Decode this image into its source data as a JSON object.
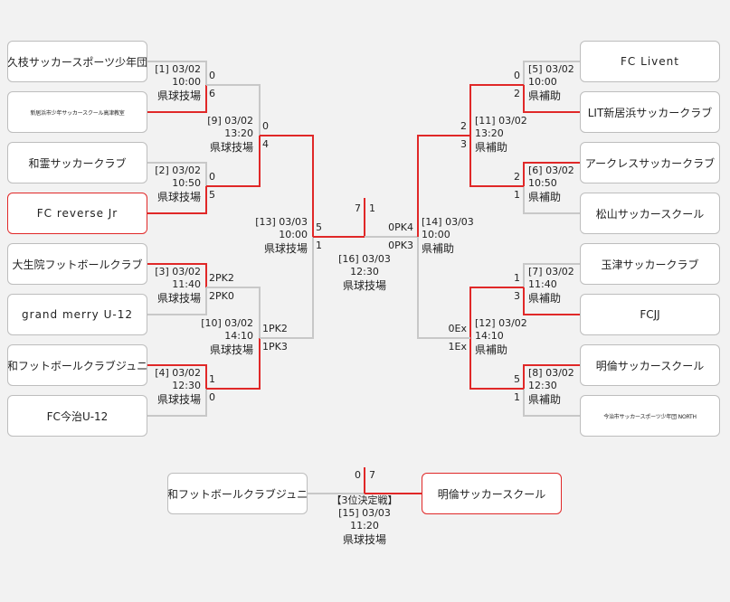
{
  "colors": {
    "winner_line": "#e02828",
    "loser_line": "#c8c8c8",
    "winner_border": "#e02828"
  },
  "teams_left": [
    "久枝サッカースポーツ少年団",
    "新居浜市少年サッカースクール高津教室",
    "和霊サッカークラブ",
    "FC reverse Jr",
    "大生院フットボールクラブ",
    "grand merry U-12",
    "宇和フットボールクラブジュニア",
    "FC今治U-12"
  ],
  "teams_right": [
    "FC Livent",
    "LIT新居浜サッカークラブ",
    "アークレスサッカークラブ",
    "松山サッカースクール",
    "玉津サッカークラブ",
    "FCJJ",
    "明倫サッカースクール",
    "今治市サッカースポーツ少年団 NORTH"
  ],
  "matches": {
    "m1": {
      "id": "[1] 03/02",
      "time": "10:00",
      "venue": "県球技場",
      "score_top": "0",
      "score_bottom": "6"
    },
    "m2": {
      "id": "[2] 03/02",
      "time": "10:50",
      "venue": "県球技場",
      "score_top": "0",
      "score_bottom": "5"
    },
    "m3": {
      "id": "[3] 03/02",
      "time": "11:40",
      "venue": "県球技場",
      "score_top": "2PK2",
      "score_bottom": "2PK0"
    },
    "m4": {
      "id": "[4] 03/02",
      "time": "12:30",
      "venue": "県球技場",
      "score_top": "1",
      "score_bottom": "0"
    },
    "m5": {
      "id": "[5] 03/02",
      "time": "10:00",
      "venue": "県補助",
      "score_top": "0",
      "score_bottom": "2"
    },
    "m6": {
      "id": "[6] 03/02",
      "time": "10:50",
      "venue": "県補助",
      "score_top": "2",
      "score_bottom": "1"
    },
    "m7": {
      "id": "[7] 03/02",
      "time": "11:40",
      "venue": "県補助",
      "score_top": "1",
      "score_bottom": "3"
    },
    "m8": {
      "id": "[8] 03/02",
      "time": "12:30",
      "venue": "県補助",
      "score_top": "5",
      "score_bottom": "1"
    },
    "m9": {
      "id": "[9] 03/02",
      "time": "13:20",
      "venue": "県球技場",
      "score_top": "0",
      "score_bottom": "4"
    },
    "m10": {
      "id": "[10] 03/02",
      "time": "14:10",
      "venue": "県球技場",
      "score_top": "1PK2",
      "score_bottom": "1PK3"
    },
    "m11": {
      "id": "[11] 03/02",
      "time": "13:20",
      "venue": "県補助",
      "score_top": "2",
      "score_bottom": "3"
    },
    "m12": {
      "id": "[12] 03/02",
      "time": "14:10",
      "venue": "県補助",
      "score_top": "0Ex",
      "score_bottom": "1Ex"
    },
    "m13": {
      "id": "[13] 03/03",
      "time": "10:00",
      "venue": "県球技場",
      "score_top": "5",
      "score_bottom": "1"
    },
    "m14": {
      "id": "[14] 03/03",
      "time": "10:00",
      "venue": "県補助",
      "score_top": "0PK4",
      "score_bottom": "0PK3"
    },
    "m16": {
      "id": "[16] 03/03",
      "time": "12:30",
      "venue": "県球技場",
      "score_left": "7",
      "score_right": "1"
    },
    "m15": {
      "title": "【3位決定戦】",
      "id": "[15] 03/03",
      "time": "11:20",
      "venue": "県球技場",
      "score_left": "0",
      "score_right": "7",
      "team_left": "宇和フットボールクラブジュニア",
      "team_right": "明倫サッカースクール"
    }
  }
}
